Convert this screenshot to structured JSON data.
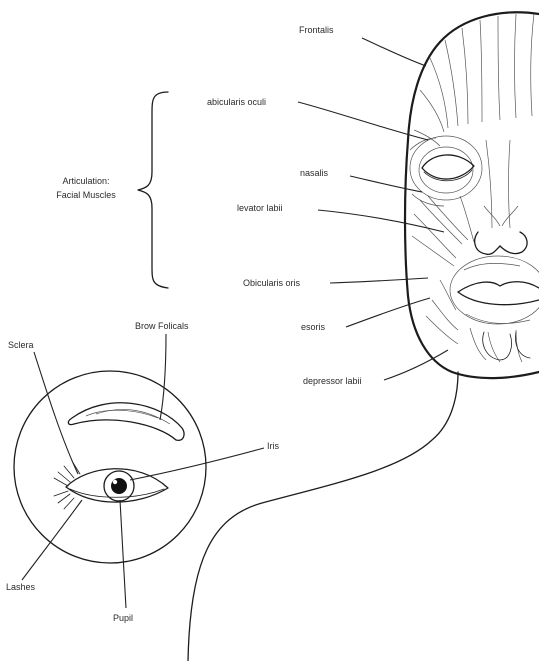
{
  "face_labels": {
    "frontalis": "Frontalis",
    "orbicularis_oculi": "abicularis oculi",
    "nasalis": "nasalis",
    "levator_labii": "levator labii",
    "orbicularis_oris": "Obicularis oris",
    "risorius": "esoris",
    "depressor_labii": "depressor labii"
  },
  "group_label": {
    "line1": "Articulation:",
    "line2": "Facial Muscles"
  },
  "eye_labels": {
    "brow": "Brow Folicals",
    "sclera": "Sclera",
    "iris": "Iris",
    "lashes": "Lashes",
    "pupil": "Pupil"
  }
}
